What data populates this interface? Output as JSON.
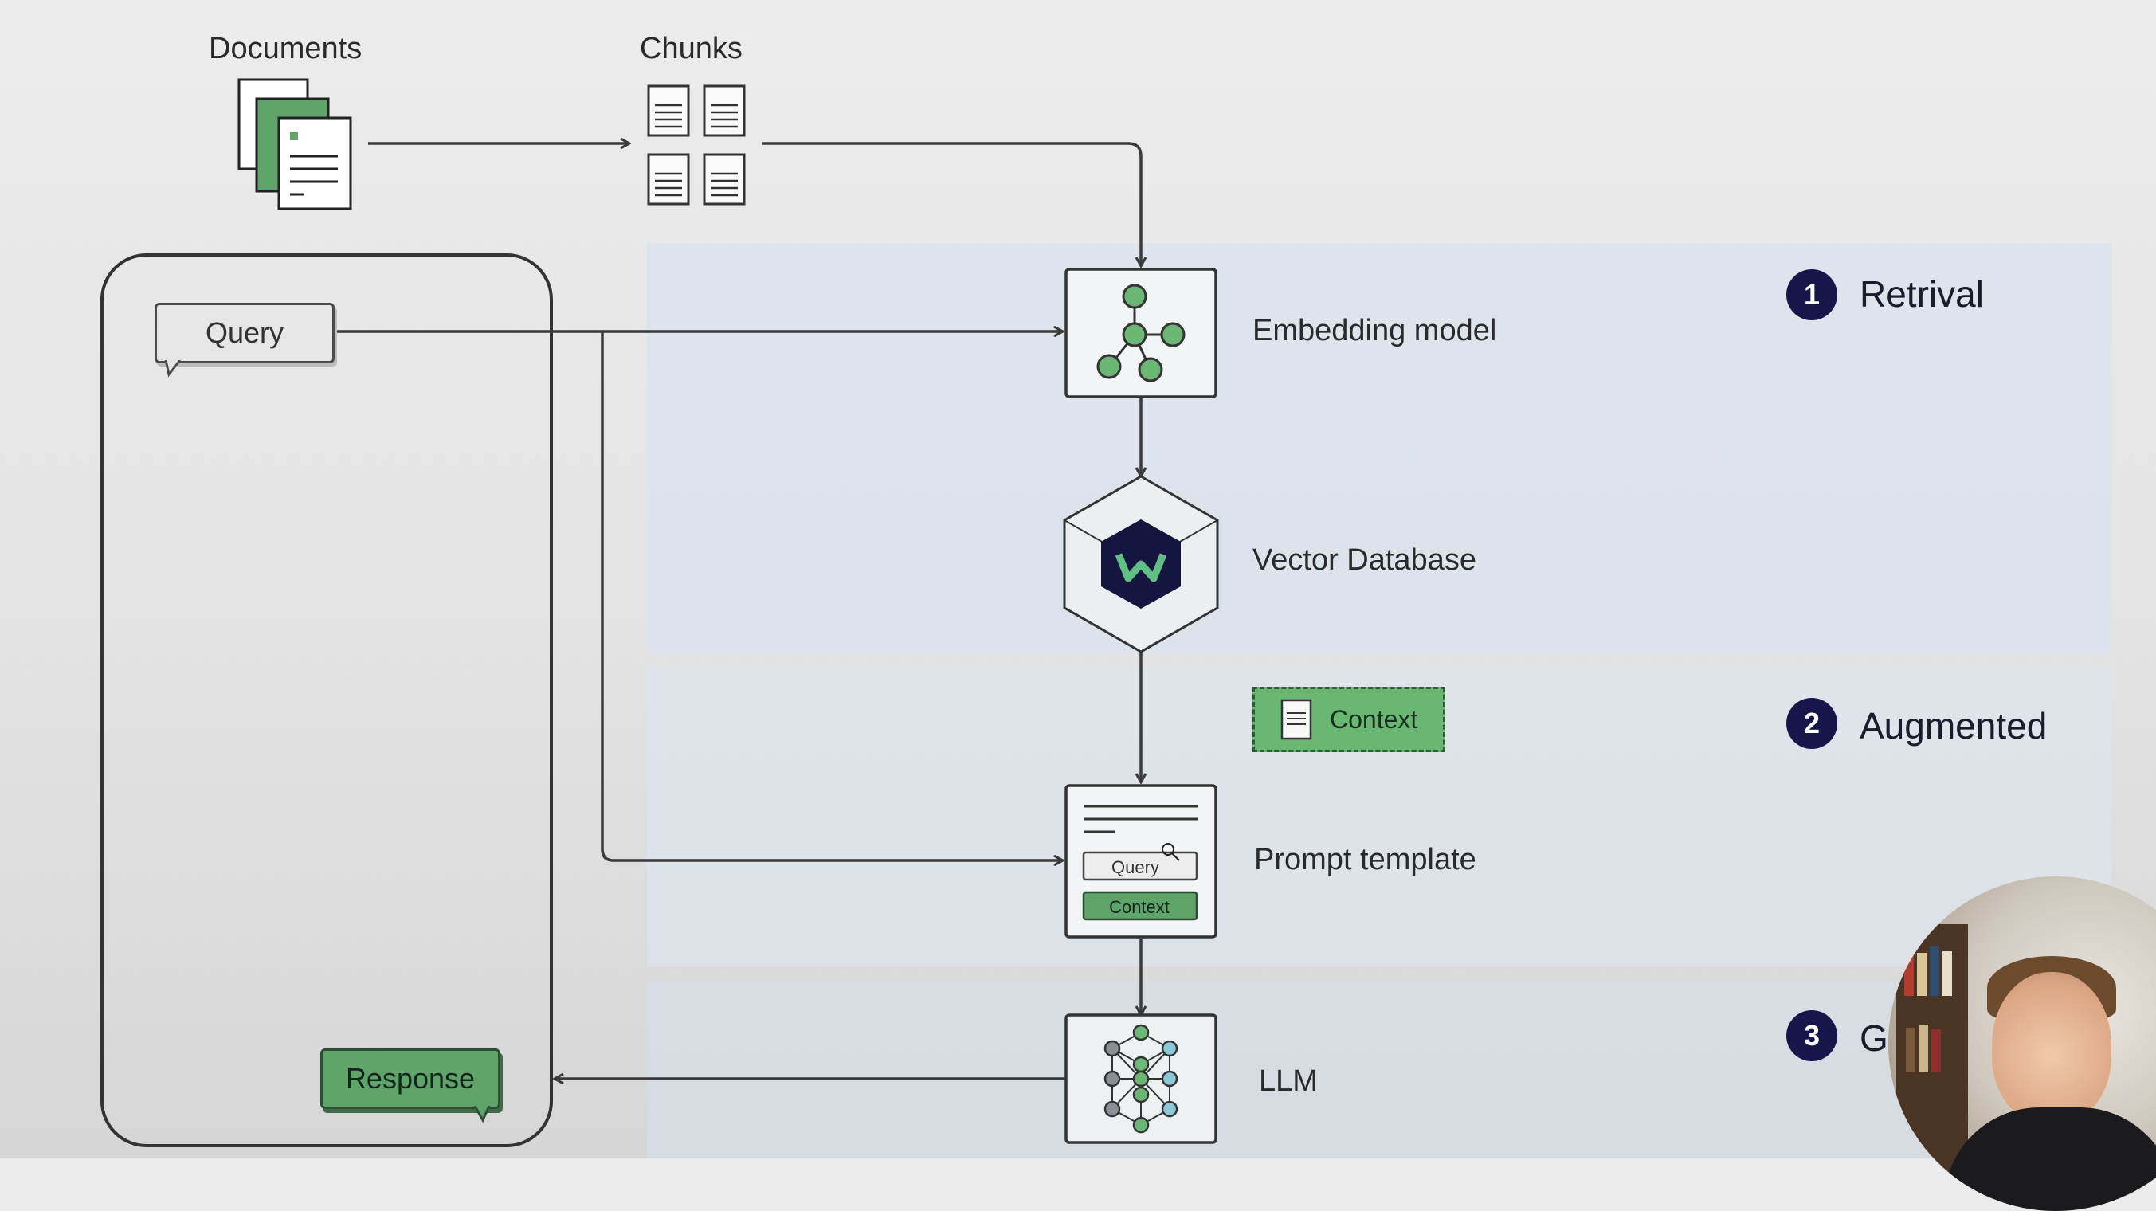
{
  "flow": {
    "documents_label": "Documents",
    "chunks_label": "Chunks",
    "embedding_label": "Embedding model",
    "vector_db_label": "Vector Database",
    "context_label": "Context",
    "prompt_template_label": "Prompt template",
    "prompt_query_label": "Query",
    "prompt_context_label": "Context",
    "llm_label": "LLM"
  },
  "user_panel": {
    "query_label": "Query",
    "response_label": "Response"
  },
  "stages": [
    {
      "number": "1",
      "label": "Retrival"
    },
    {
      "number": "2",
      "label": "Augmented"
    },
    {
      "number": "3",
      "label": "G"
    }
  ],
  "colors": {
    "accent_green": "#6ab673",
    "badge_navy": "#16164a",
    "band_blue": "#dae3ec",
    "line": "#3a3a3a"
  }
}
